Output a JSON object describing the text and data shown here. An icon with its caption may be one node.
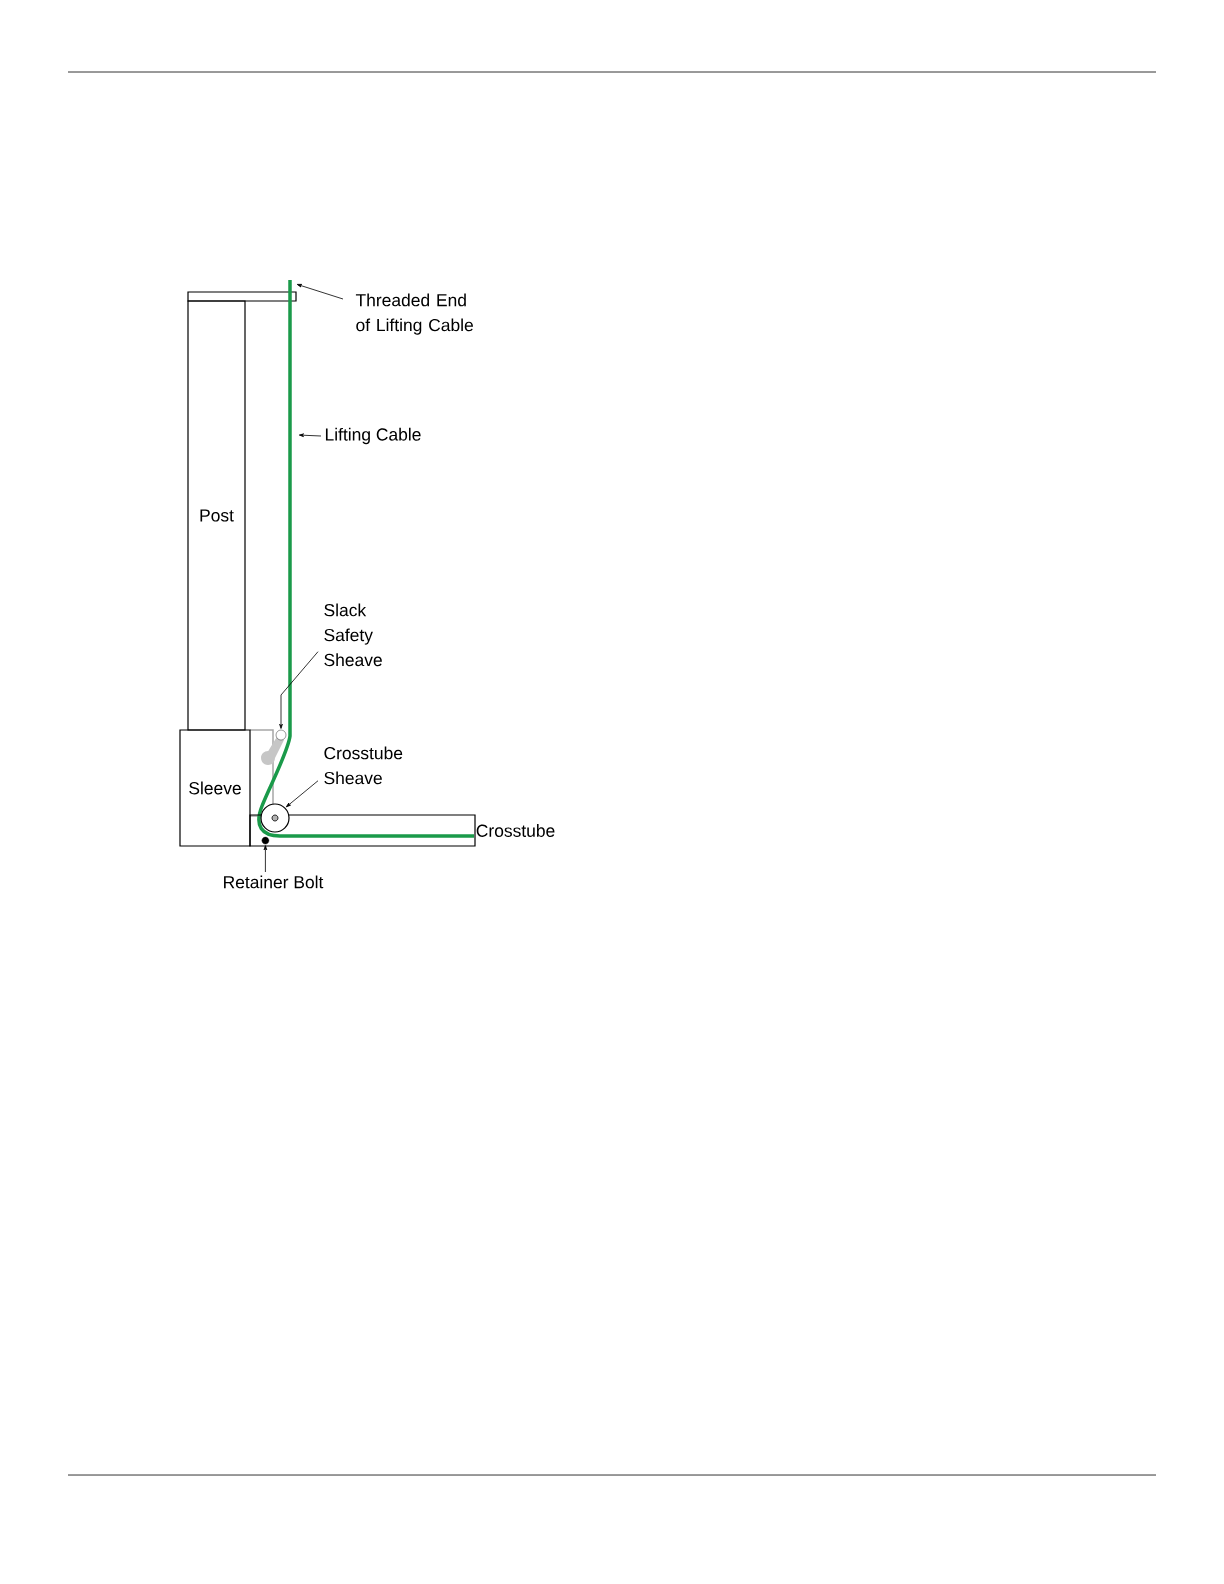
{
  "diagram": {
    "nodes": [
      {
        "text": [
          "Post"
        ]
      },
      {
        "text": [
          "Sleeve"
        ]
      },
      {
        "text": [
          "Crosstube"
        ]
      },
      {
        "text": [
          "Threaded End of Lifting Cable"
        ]
      },
      {
        "text": [
          "Lifting Cable"
        ]
      },
      {
        "text": [
          "Slack Safety Sheave"
        ]
      },
      {
        "text": [],
        "shape": "circle"
      },
      {
        "text": [
          "Crosstube Sheave"
        ]
      },
      {
        "text": [],
        "shape": "circle"
      },
      {
        "text": [
          "Retainer Bolt"
        ]
      },
      {
        "text": [],
        "shape": "circle",
        "in": 2
      }
    ],
    "edges": [
      {
        "from": 3,
        "to": null,
        "arrow": "to"
      },
      {
        "from": 4,
        "to": null,
        "arrow": "to"
      },
      {
        "from": 5,
        "to": 6,
        "arrow": "to"
      },
      {
        "from": 7,
        "to": 8,
        "arrow": "to"
      },
      {
        "from": 9,
        "to": 10,
        "arrow": "to"
      }
    ]
  }
}
